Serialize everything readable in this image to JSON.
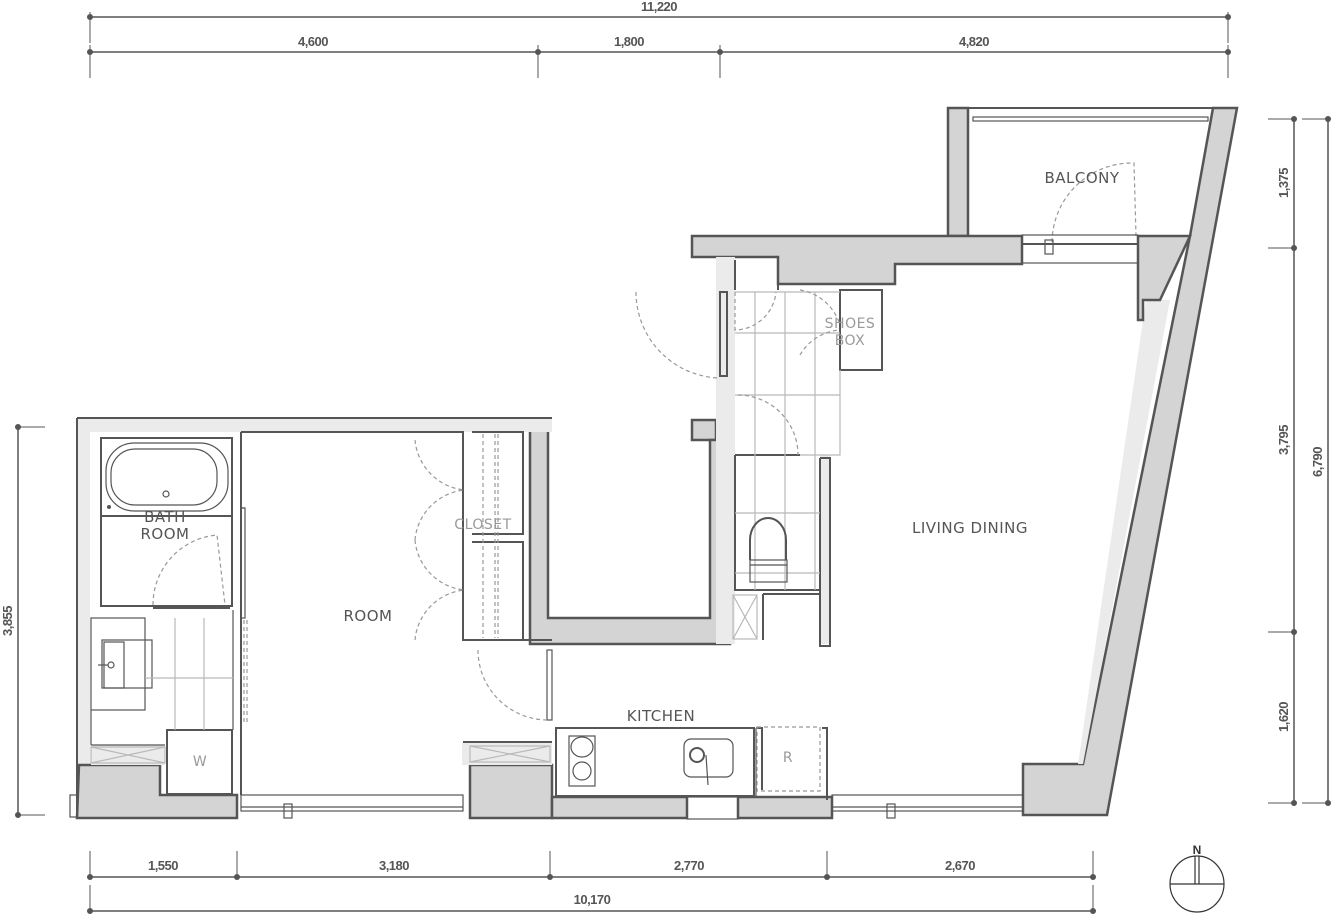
{
  "plan": {
    "rooms": {
      "living_dining": "LIVING DINING",
      "room": "ROOM",
      "kitchen": "KITCHEN",
      "balcony": "BALCONY",
      "bath_room_line1": "BATH",
      "bath_room_line2": "ROOM",
      "closet": "CLOSET",
      "shoes_box_line1": "SHOES",
      "shoes_box_line2": "BOX",
      "washer": "W",
      "refrigerator": "R"
    },
    "dimensions": {
      "top_total": "11,220",
      "top_segments": [
        "4,600",
        "1,800",
        "4,820"
      ],
      "bottom_segments": [
        "1,550",
        "3,180",
        "2,770",
        "2,670"
      ],
      "bottom_total": "10,170",
      "right_segments": [
        "1,375",
        "3,795",
        "1,620"
      ],
      "right_total": "6,790",
      "left_segment": "3,855"
    },
    "compass": {
      "label": "N"
    },
    "colors": {
      "wall_fill": "#d4d4d4",
      "wall_finish": "#ebebeb",
      "outline": "#555555",
      "tile_grid": "#b9b9b9",
      "door_swing": "#999999",
      "background": "#ffffff"
    }
  }
}
